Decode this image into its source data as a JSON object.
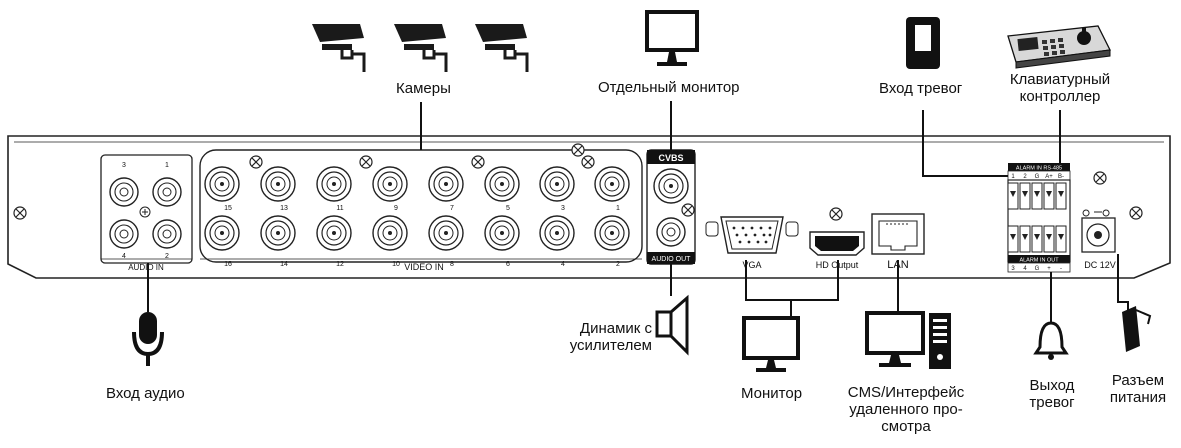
{
  "labels": {
    "cameras": "Камеры",
    "separate_monitor": "Отдельный монитор",
    "alarm_in": "Вход тревог",
    "keyboard_controller_line1": "Клавиатурный",
    "keyboard_controller_line2": "контроллер",
    "audio_in": "Вход аудио",
    "speaker_line1": "Динамик с",
    "speaker_line2": "усилителем",
    "monitor": "Монитор",
    "cms_line1": "CMS/Интерфейс",
    "cms_line2": "удаленного про-",
    "cms_line3": "смотра",
    "alarm_out_line1": "Выход",
    "alarm_out_line2": "тревог",
    "power_line1": "Разъем",
    "power_line2": "питания"
  },
  "panel": {
    "audio_in": "AUDIO  IN",
    "video_in": "VIDEO IN",
    "cvbs": "CVBS",
    "audio_out": "AUDIO OUT",
    "vga": "VGA",
    "hd_output": "HD Output",
    "lan": "LAN",
    "dc": "DC 12V",
    "alarm_in_rs485": "ALARM IN  RS-485",
    "alarm_in_out": "ALARM IN  OUT",
    "terminal_top": [
      "1",
      "2",
      "G",
      "A+",
      "B-"
    ],
    "terminal_bottom": [
      "3",
      "4",
      "G",
      "+",
      "-"
    ],
    "audio_nums": [
      "3",
      "1",
      "4",
      "2"
    ],
    "video_top_nums": [
      "15",
      "13",
      "11",
      "9",
      "7",
      "5",
      "3",
      "1"
    ],
    "video_bottom_nums": [
      "16",
      "14",
      "12",
      "10",
      "8",
      "6",
      "4",
      "2"
    ]
  },
  "icons": [
    "camera-icon",
    "monitor-icon",
    "remote-sensor-icon",
    "keyboard-controller-icon",
    "microphone-icon",
    "speaker-icon",
    "computer-icon",
    "bell-icon",
    "power-adapter-icon"
  ]
}
